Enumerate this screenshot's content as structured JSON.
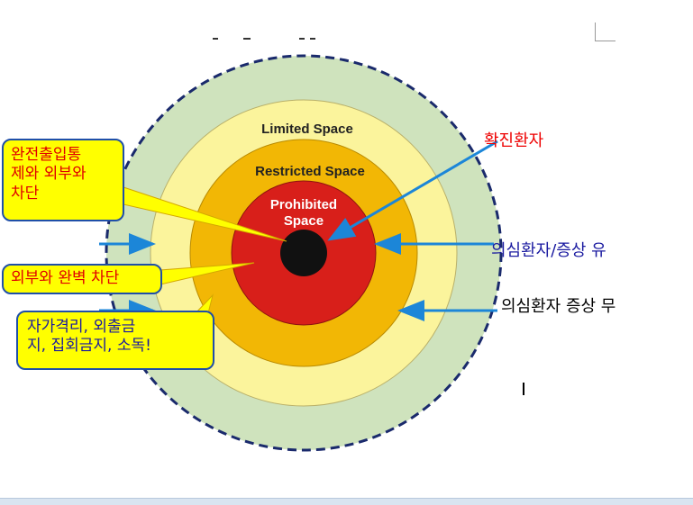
{
  "zones": {
    "limited": "Limited Space",
    "restricted": "Restricted Space",
    "prohibited_line1": "Prohibited",
    "prohibited_line2": "Space"
  },
  "callouts": {
    "full_control": "완전출입통\n제와 외부와\n차단",
    "complete_block": "외부와 완벽 차단",
    "self_quarantine": "자가격리, 외출금\n지, 집회금지, 소독!"
  },
  "labels": {
    "confirmed": "확진환자",
    "suspected_symptom": "의심환자/증상 유",
    "suspected_no_symptom": "의심환자 증상 무"
  },
  "colors": {
    "outer_ring": "#cfe3bd",
    "limited": "#fbf49c",
    "restricted": "#f2b705",
    "prohibited": "#d81f1a",
    "core": "#111111",
    "arrow": "#1c86d8",
    "callout_bg": "#ffff00"
  },
  "icons": {
    "dashed_boundary": "dashed-circle",
    "arrows": "arrow-right"
  }
}
